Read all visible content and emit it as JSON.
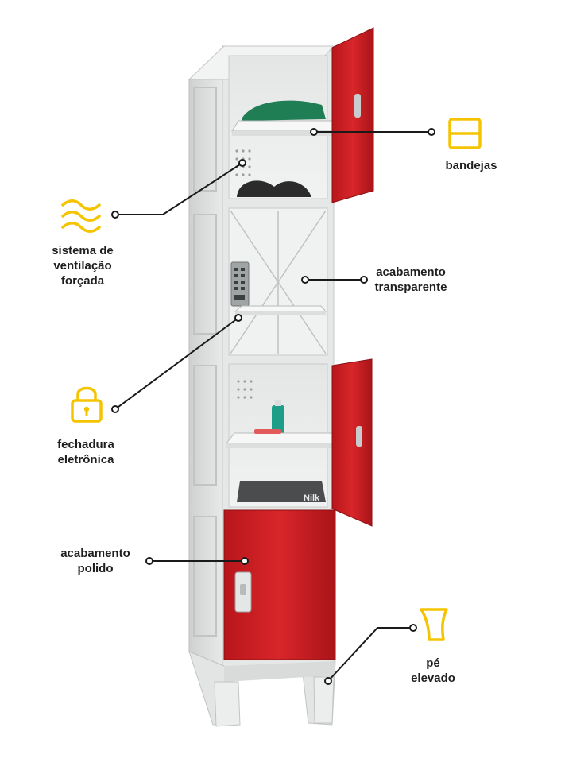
{
  "accent": "#f5c400",
  "callouts": {
    "trays": {
      "lines": [
        "bandejas"
      ],
      "icon": "tray-icon"
    },
    "ventilation": {
      "lines": [
        "sistema de",
        "ventilação",
        "forçada"
      ],
      "icon": "wave-icon"
    },
    "transparent": {
      "lines": [
        "acabamento",
        "transparente"
      ]
    },
    "lock": {
      "lines": [
        "fechadura",
        "eletrônica"
      ],
      "icon": "padlock-icon"
    },
    "polished": {
      "lines": [
        "acabamento",
        "polido"
      ]
    },
    "foot": {
      "lines": [
        "pé",
        "elevado"
      ],
      "icon": "foot-icon"
    }
  },
  "product": {
    "brand_mark": "Nilk"
  }
}
